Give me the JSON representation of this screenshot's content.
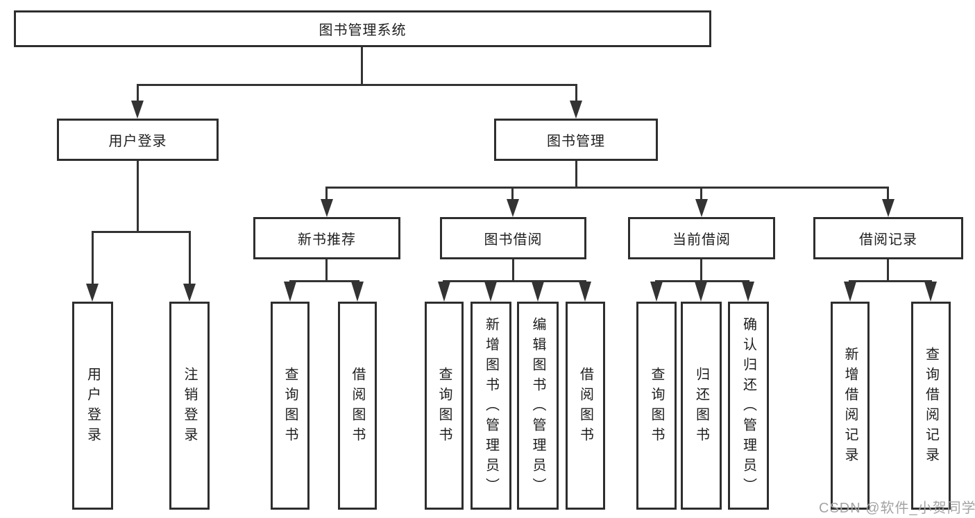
{
  "diagram": {
    "type": "hierarchy",
    "root": {
      "label": "图书管理系统"
    },
    "branches": [
      {
        "label": "用户登录",
        "leaves": [
          "用户登录",
          "注销登录"
        ]
      },
      {
        "label": "图书管理",
        "children": [
          {
            "label": "新书推荐",
            "leaves": [
              "查询图书",
              "借阅图书"
            ]
          },
          {
            "label": "图书借阅",
            "leaves": [
              "查询图书",
              "新增图书（管理员）",
              "编辑图书（管理员）",
              "借阅图书"
            ]
          },
          {
            "label": "当前借阅",
            "leaves": [
              "查询图书",
              "归还图书",
              "确认归还（管理员）"
            ]
          },
          {
            "label": "借阅记录",
            "leaves": [
              "新增借阅记录",
              "查询借阅记录"
            ]
          }
        ]
      }
    ]
  },
  "colors": {
    "line": "#333333",
    "box_border": "#2e2e2e",
    "text": "#1e1e1e",
    "watermark": "#a3a3a3",
    "background": "#ffffff"
  },
  "watermark": {
    "text": "CSDN @软件_小贺同学"
  }
}
